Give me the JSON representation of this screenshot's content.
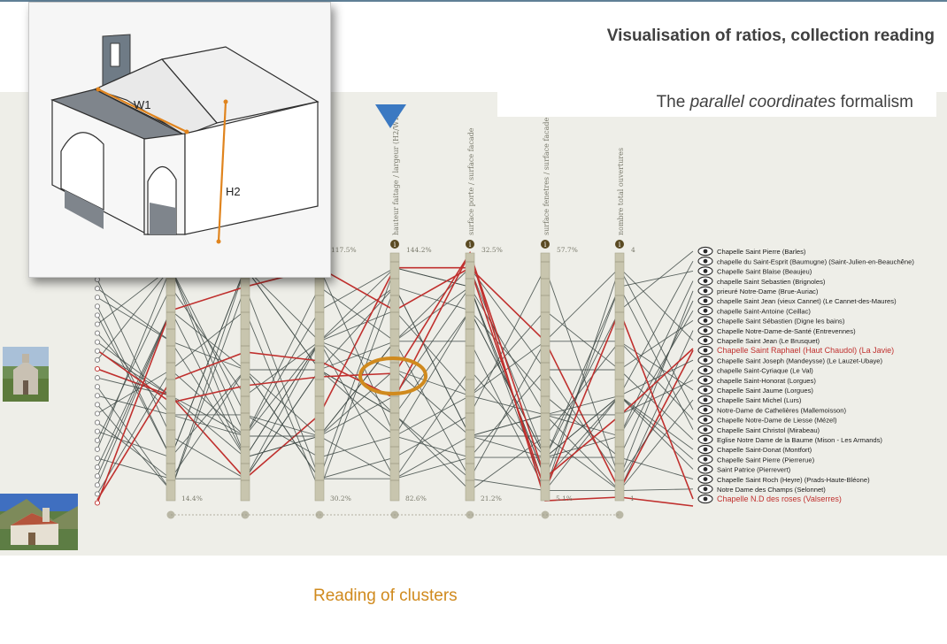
{
  "slide": {
    "title": "Visualisation of ratios, collection reading",
    "subtitle_prefix": "The ",
    "subtitle_italic": "parallel coordinates",
    "subtitle_suffix": " formalism",
    "footer_caption": "Reading of clusters"
  },
  "inset": {
    "label_w1": "W1",
    "label_h2": "H2"
  },
  "axes": [
    {
      "title": "",
      "max_label": "",
      "min_label": "14.4%"
    },
    {
      "title": "",
      "max_label": "",
      "min_label": ""
    },
    {
      "title": "surface ...",
      "max_label": "117.5%",
      "min_label": "30.2%"
    },
    {
      "title": "hauteur faitage / largeur (H2/W1)",
      "max_label": "144.2%",
      "min_label": "82.6%"
    },
    {
      "title": "surface porte / surface facade",
      "max_label": "32.5%",
      "min_label": "21.2%"
    },
    {
      "title": "surface fenetres / surface facade",
      "max_label": "57.7%",
      "min_label": "5.1%"
    },
    {
      "title": "nombre total ouvertures",
      "max_label": "4",
      "min_label": "1"
    }
  ],
  "chapels": [
    {
      "name": "Chapelle Saint Pierre (Barles)",
      "highlight": false
    },
    {
      "name": "chapelle du Saint-Esprit (Baumugne) (Saint-Julien-en-Beauchêne)",
      "highlight": false
    },
    {
      "name": "Chapelle Saint Blaise (Beaujeu)",
      "highlight": false
    },
    {
      "name": "chapelle Saint Sebastien (Brignoles)",
      "highlight": false
    },
    {
      "name": "prieuré Notre-Dame (Brue-Auriac)",
      "highlight": false
    },
    {
      "name": "chapelle Saint Jean (vieux Cannet) (Le Cannet-des-Maures)",
      "highlight": false
    },
    {
      "name": "chapelle Saint-Antoine (Ceillac)",
      "highlight": false
    },
    {
      "name": "Chapelle Saint Sébastien (Digne les bains)",
      "highlight": false
    },
    {
      "name": "Chapelle Notre-Dame-de-Santé (Entrevennes)",
      "highlight": false
    },
    {
      "name": "Chapelle Saint Jean (Le Brusquet)",
      "highlight": false
    },
    {
      "name": "Chapelle Saint Raphael (Haut Chaudol) (La Javie)",
      "highlight": true
    },
    {
      "name": "Chapelle Saint Joseph (Mandeysse) (Le Lauzet-Ubaye)",
      "highlight": false
    },
    {
      "name": "chapelle Saint-Cyriaque (Le Val)",
      "highlight": false
    },
    {
      "name": "chapelle Saint-Honorat (Lorgues)",
      "highlight": false
    },
    {
      "name": "Chapelle Saint Jaume (Lorgues)",
      "highlight": false
    },
    {
      "name": "Chapelle Saint Michel (Lurs)",
      "highlight": false
    },
    {
      "name": "Notre-Dame de Cathelières (Mallemoisson)",
      "highlight": false
    },
    {
      "name": "Chapelle Notre-Dame de Liesse (Mézel)",
      "highlight": false
    },
    {
      "name": "Chapelle Saint Christol (Mirabeau)",
      "highlight": false
    },
    {
      "name": "Eglise Notre Dame de la Baume  (Mison - Les Armands)",
      "highlight": false
    },
    {
      "name": "Chapelle Saint-Donat (Montfort)",
      "highlight": false
    },
    {
      "name": "Chapelle Saint Pierre (Pierrerue)",
      "highlight": false
    },
    {
      "name": "Saint Patrice (Pierrevert)",
      "highlight": false
    },
    {
      "name": "Chapelle Saint Roch (Heyre) (Prads-Haute-Bléone)",
      "highlight": false
    },
    {
      "name": "Notre Dame des Champs (Selonnet)",
      "highlight": false
    },
    {
      "name": "Chapelle N.D des roses (Valserres)",
      "highlight": true
    }
  ],
  "colors": {
    "line": "#3f4a46",
    "highlight": "#c0302e",
    "axis": "#c8c5ae",
    "cluster_ring": "#d08a1e",
    "marker": "#3b79c2",
    "background": "#eeeee8"
  },
  "icons": [
    "eye-icon",
    "info-icon",
    "down-triangle-marker-icon"
  ]
}
